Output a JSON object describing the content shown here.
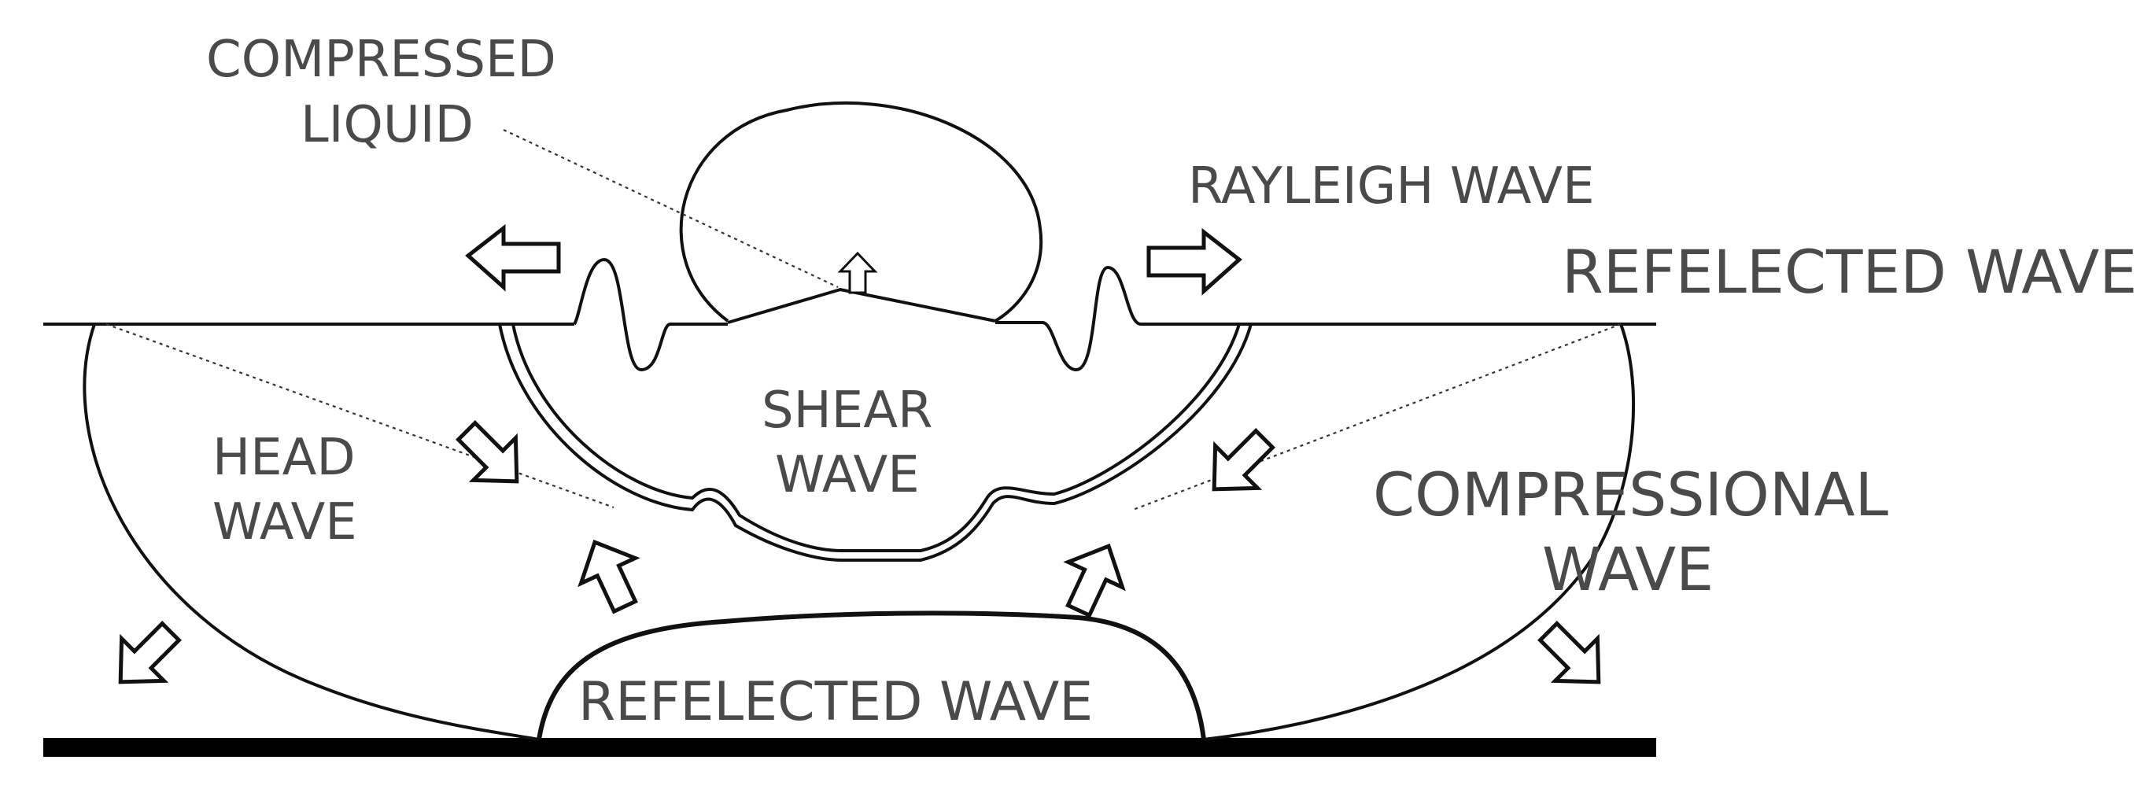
{
  "labels": {
    "compressed_liquid_line1": "COMPRESSED",
    "compressed_liquid_line2": "LIQUID",
    "rayleigh_wave": "RAYLEIGH WAVE",
    "reflected_wave_top": "REFELECTED WAVE",
    "shear_wave_line1": "SHEAR",
    "shear_wave_line2": "WAVE",
    "head_wave_line1": "HEAD",
    "head_wave_line2": "WAVE",
    "compressional_wave_line1": "COMPRESSIONAL",
    "compressional_wave_line2": "WAVE",
    "reflected_wave_bottom": "REFELECTED WAVE"
  }
}
